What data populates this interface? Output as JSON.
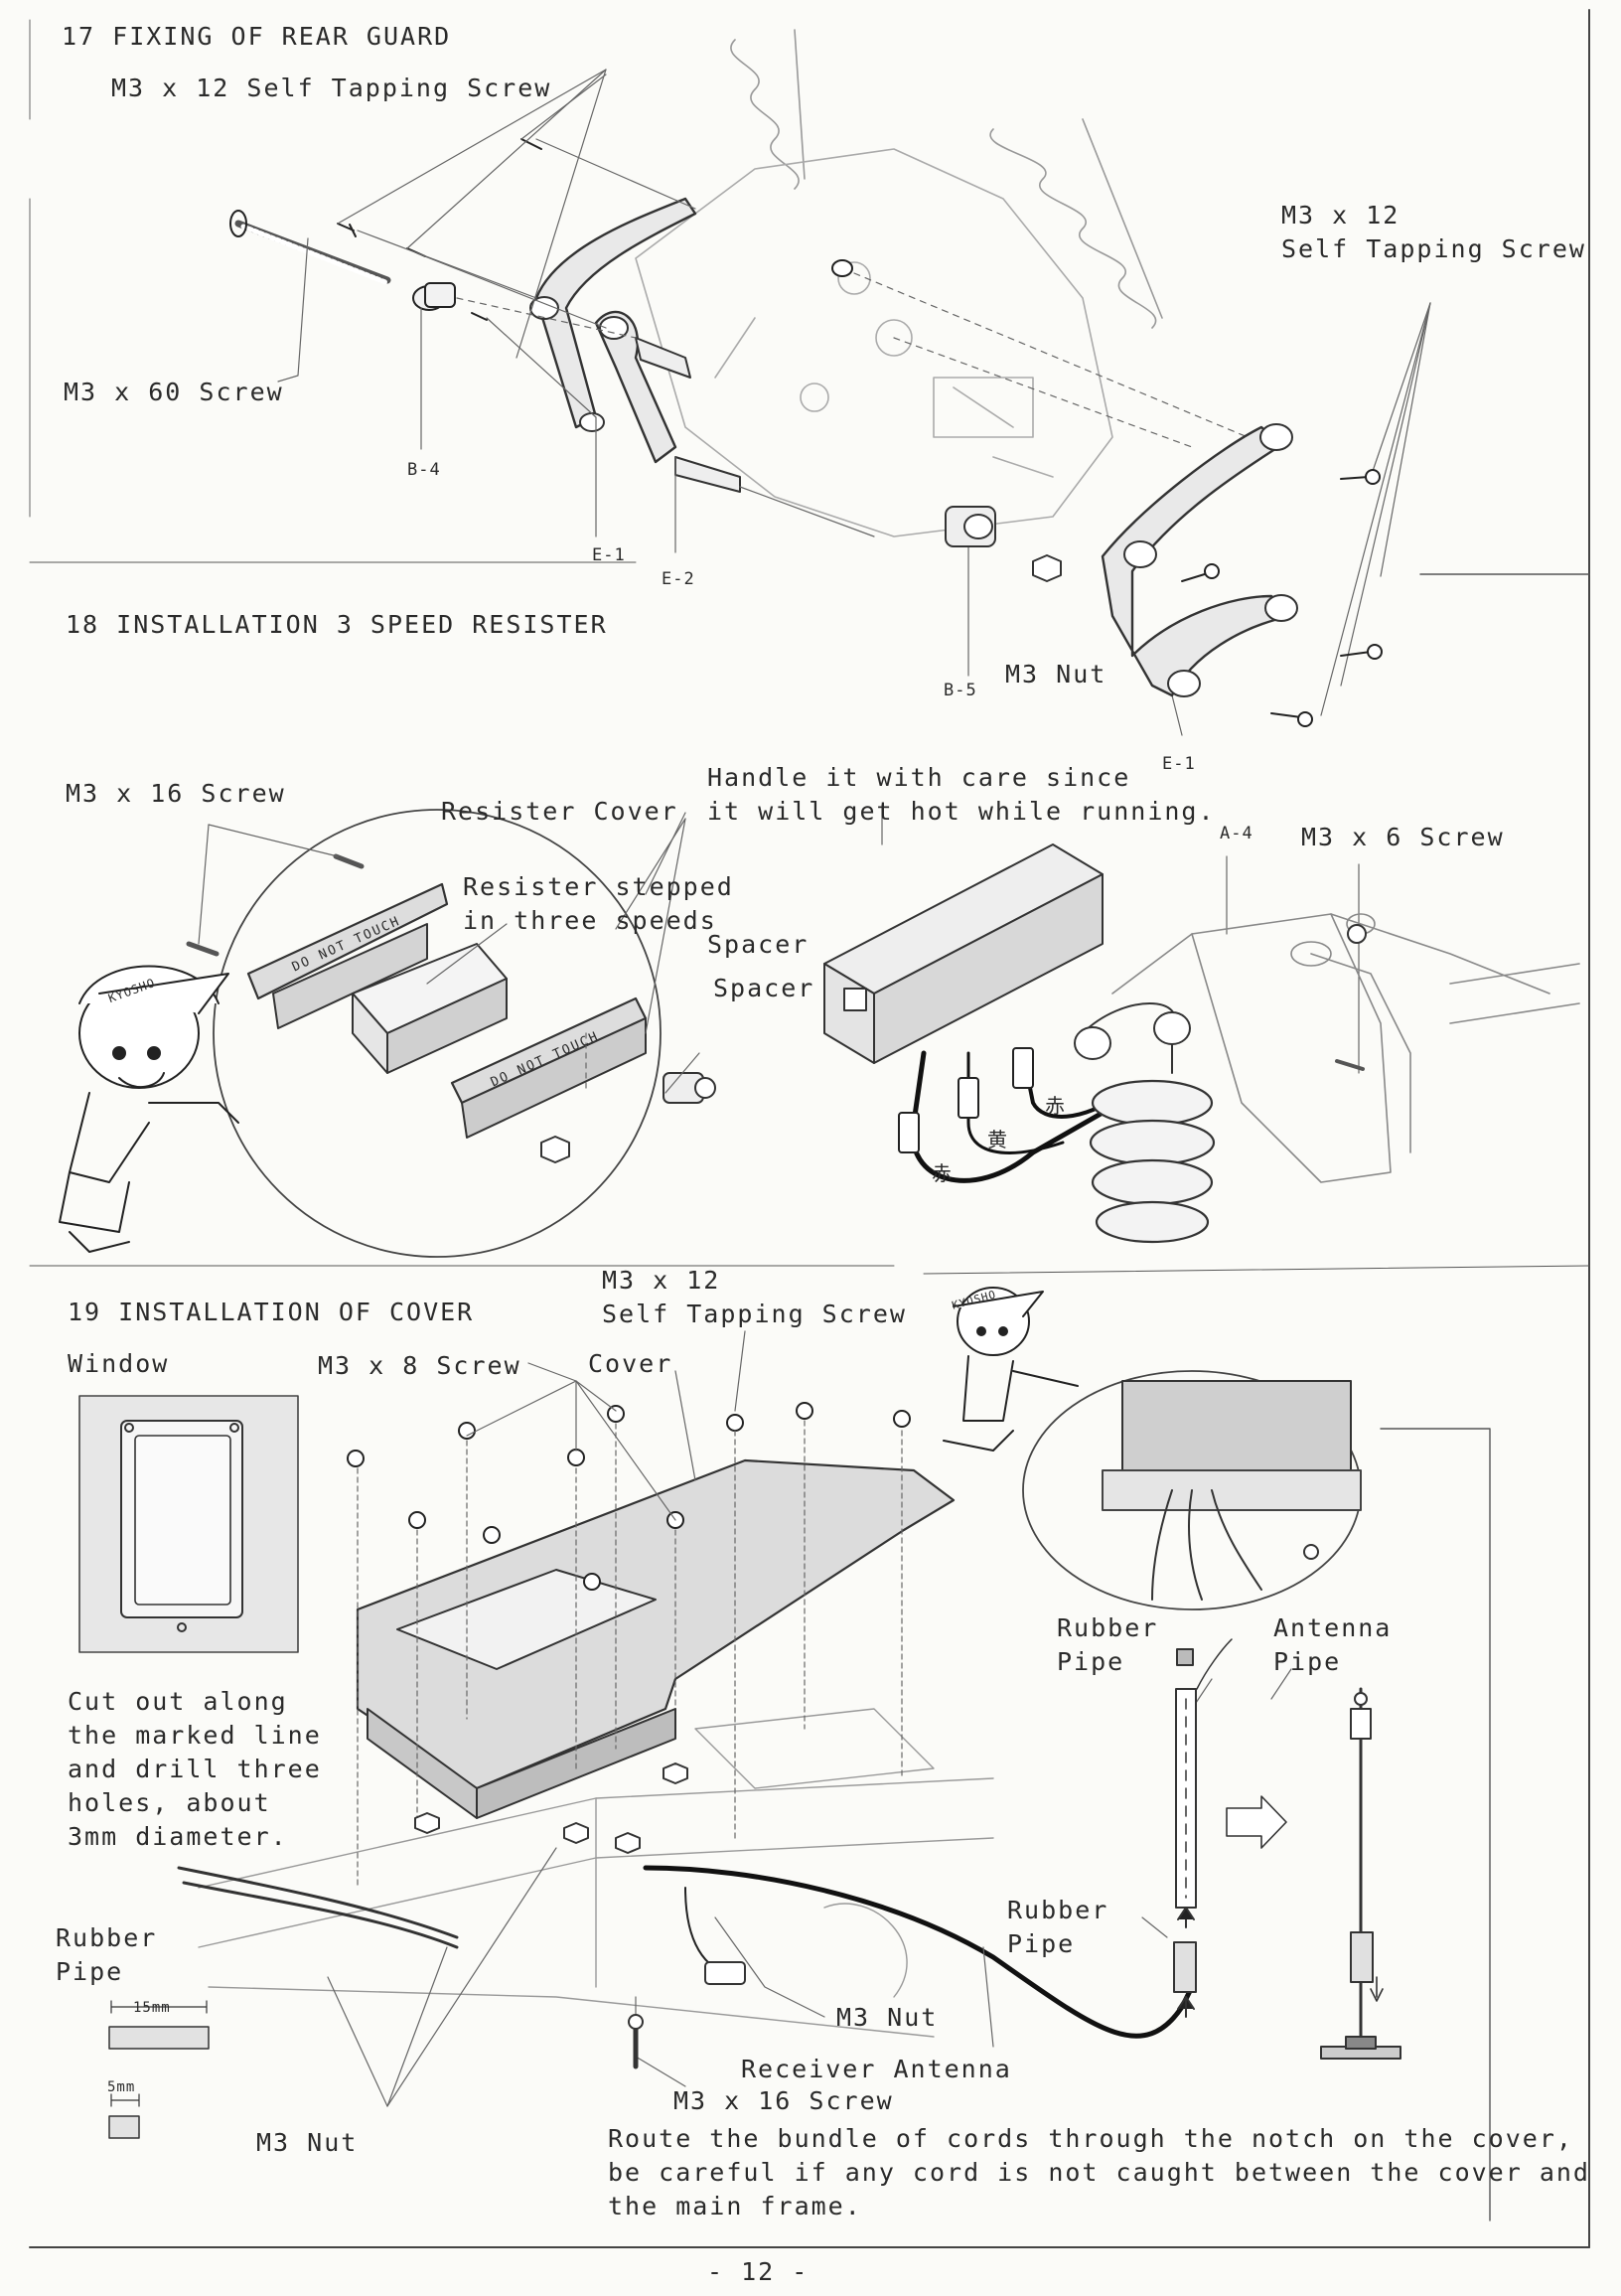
{
  "sections": {
    "s17": {
      "title": "17 FIXING OF REAR GUARD",
      "labels": {
        "tapping_screw_top": "M3 x 12 Self Tapping Screw",
        "tapping_screw_right": "M3 x 12\nSelf Tapping Screw",
        "screw_60": "M3 x 60 Screw",
        "nut": "M3 Nut",
        "b4": "B-4",
        "b5": "B-5",
        "e1_left": "E-1",
        "e2": "E-2",
        "e1_right": "E-1"
      }
    },
    "s18": {
      "title": "18 INSTALLATION 3 SPEED RESISTER",
      "labels": {
        "screw_16": "M3 x 16 Screw",
        "resister_cover": "Resister Cover",
        "care_note": "Handle it with care since\nit will get hot while running.",
        "resister_stepped": "Resister stepped\nin three speeds",
        "spacer_1": "Spacer",
        "spacer_2": "Spacer",
        "a4": "A-4",
        "screw_6": "M3 x 6 Screw",
        "do_not_touch": "DO NOT TOUCH",
        "wire_red_1": "赤",
        "wire_yellow": "黄",
        "wire_red_2": "赤",
        "cap_logo": "KYOSHO"
      }
    },
    "s19": {
      "title": "19 INSTALLATION OF COVER",
      "labels": {
        "window": "Window",
        "cutout_note": "Cut out along\nthe marked line\nand drill three\nholes, about\n3mm diameter.",
        "screw_8": "M3 x 8 Screw",
        "cover": "Cover",
        "tapping_screw": "M3 x 12\nSelf Tapping Screw",
        "rubber_pipe_left": "Rubber\nPipe",
        "dim_15": "15mm",
        "dim_5": "5mm",
        "nut_bottom": "M3 Nut",
        "nut_mid": "M3 Nut",
        "receiver_antenna": "Receiver Antenna",
        "screw_16": "M3 x 16 Screw",
        "rubber_pipe_top": "Rubber\nPipe",
        "antenna_pipe": "Antenna\nPipe",
        "rubber_pipe_mid": "Rubber\nPipe",
        "route_note": "Route the bundle of cords through the notch on the cover,\nbe careful if any cord is not caught between the cover and\nthe main frame."
      }
    }
  },
  "page_number": "- 12 -"
}
